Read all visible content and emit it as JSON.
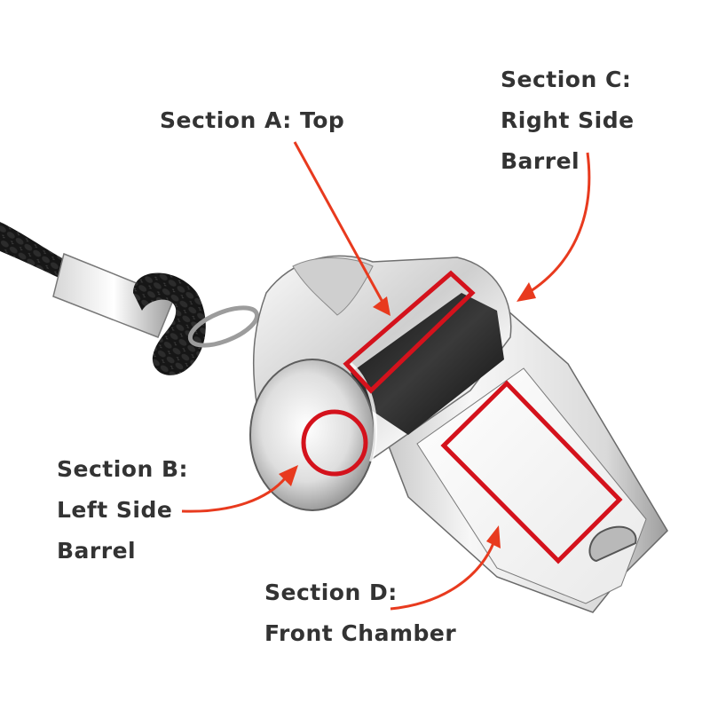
{
  "colors": {
    "background": "#ffffff",
    "highlight": "#d4121c",
    "arrow": "#e83a1e",
    "label_text": "#333333",
    "lanyard": "#151515",
    "metal_light": "#eeeeee",
    "metal_dark": "#5a5a5a"
  },
  "callouts": [
    {
      "id": "section-a",
      "lines": [
        "Section A: Top"
      ],
      "target": "top-rectangle"
    },
    {
      "id": "section-b",
      "lines": [
        "Section B:",
        "Left Side",
        "Barrel"
      ],
      "target": "left-side-circle"
    },
    {
      "id": "section-c",
      "lines": [
        "Section C:",
        "Right Side",
        "Barrel"
      ],
      "target": "right-side-rim"
    },
    {
      "id": "section-d",
      "lines": [
        "Section D:",
        "Front Chamber"
      ],
      "target": "front-chamber-rectangle"
    }
  ],
  "icons": [
    "whistle-icon",
    "lanyard-icon",
    "arrow-icon"
  ]
}
